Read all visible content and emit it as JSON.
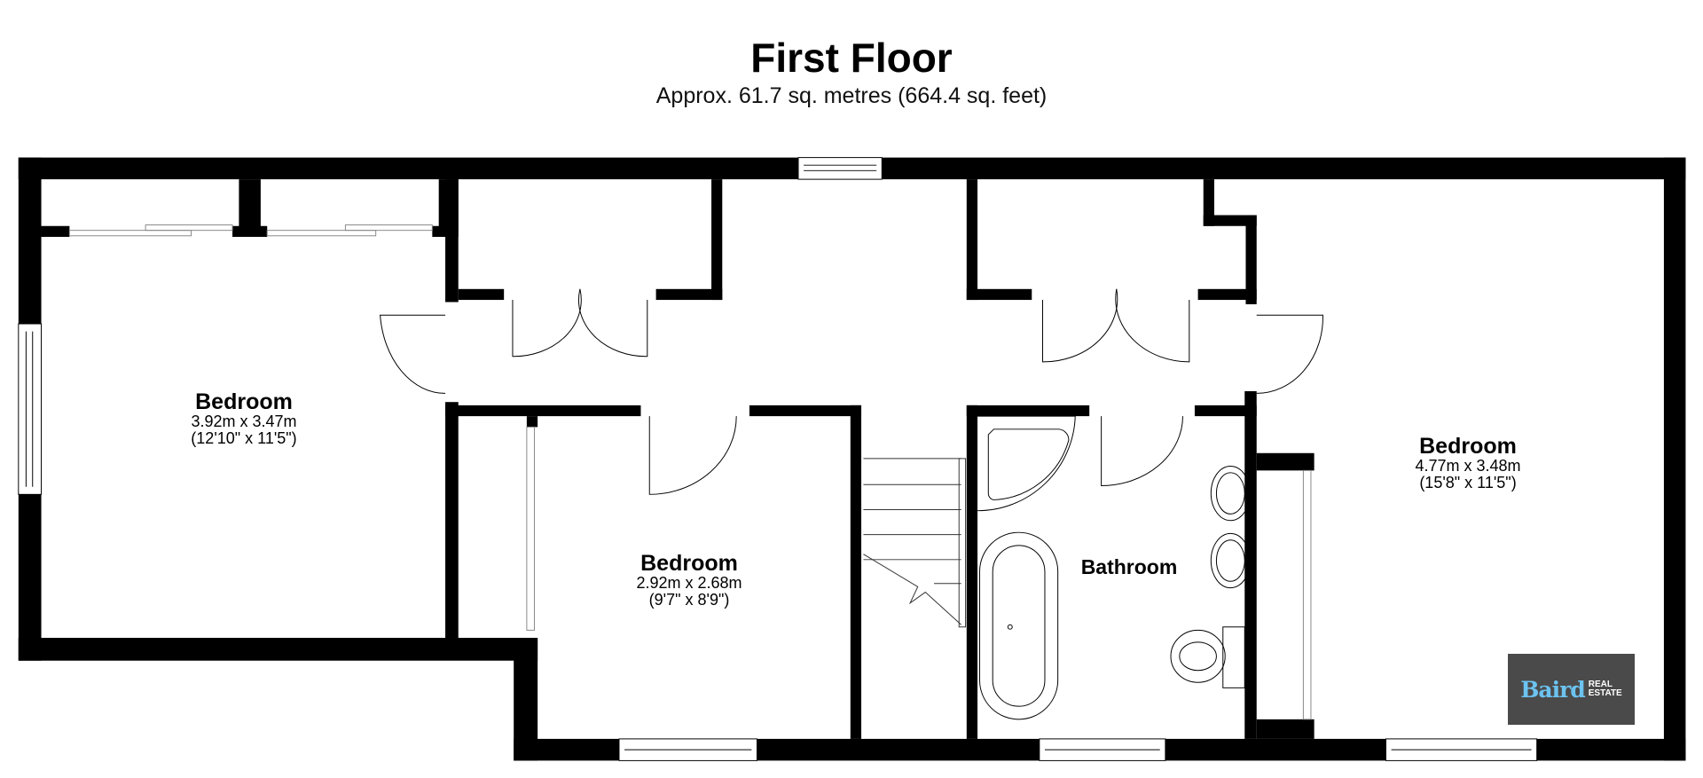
{
  "header": {
    "title": "First Floor",
    "subtitle": "Approx. 61.7 sq. metres (664.4 sq. feet)"
  },
  "rooms": [
    {
      "name": "Bedroom",
      "metric": "3.92m x 3.47m",
      "imperial": "(12'10\" x 11'5\")"
    },
    {
      "name": "Bedroom",
      "metric": "2.92m x 2.68m",
      "imperial": "(9'7\" x 8'9\")"
    },
    {
      "name": "Bathroom"
    },
    {
      "name": "Bedroom",
      "metric": "4.77m x 3.48m",
      "imperial": "(15'8\" x 11'5\")"
    }
  ],
  "logo": {
    "brand": "Baird",
    "tag_line1": "REAL",
    "tag_line2": "ESTATE",
    "bg": "#4a4a4a",
    "accent": "#6cc3f0"
  }
}
